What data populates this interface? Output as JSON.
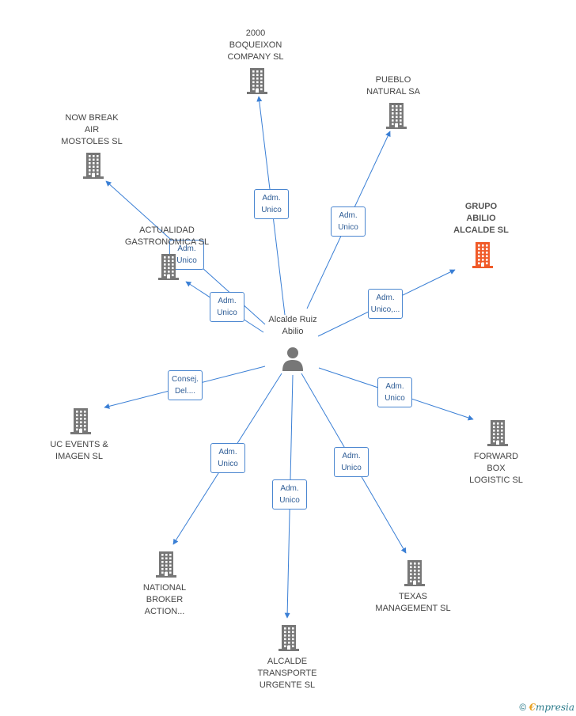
{
  "center": {
    "id": "center",
    "lines": [
      "Alcalde Ruiz",
      "Abilio"
    ]
  },
  "companies": [
    {
      "id": "boqueixon",
      "lines": [
        "2000",
        "BOQUEIXON",
        "COMPANY SL"
      ],
      "highlight": false
    },
    {
      "id": "pueblo",
      "lines": [
        "PUEBLO",
        "NATURAL SA"
      ],
      "highlight": false
    },
    {
      "id": "nowbreak",
      "lines": [
        "NOW BREAK",
        "AIR",
        "MOSTOLES SL"
      ],
      "highlight": false
    },
    {
      "id": "actualidad",
      "lines": [
        "ACTUALIDAD",
        "GASTRONOMICA SL"
      ],
      "highlight": false
    },
    {
      "id": "grupo",
      "lines": [
        "GRUPO",
        "ABILIO",
        "ALCALDE SL"
      ],
      "highlight": true
    },
    {
      "id": "ucevents",
      "lines": [
        "UC EVENTS &",
        "IMAGEN SL"
      ],
      "highlight": false
    },
    {
      "id": "forward",
      "lines": [
        "FORWARD",
        "BOX",
        "LOGISTIC SL"
      ],
      "highlight": false
    },
    {
      "id": "national",
      "lines": [
        "NATIONAL",
        "BROKER",
        "ACTION..."
      ],
      "highlight": false
    },
    {
      "id": "texas",
      "lines": [
        "TEXAS",
        "MANAGEMENT SL"
      ],
      "highlight": false
    },
    {
      "id": "transporte",
      "lines": [
        "ALCALDE",
        "TRANSPORTE",
        "URGENTE SL"
      ],
      "highlight": false
    }
  ],
  "edges": [
    {
      "to": "boqueixon",
      "label": [
        "Adm.",
        "Unico"
      ]
    },
    {
      "to": "pueblo",
      "label": [
        "Adm.",
        "Unico"
      ]
    },
    {
      "to": "nowbreak",
      "label": [
        "Adm.",
        "Unico"
      ]
    },
    {
      "to": "actualidad",
      "label": [
        "Adm.",
        "Unico"
      ]
    },
    {
      "to": "grupo",
      "label": [
        "Adm.",
        "Unico,..."
      ]
    },
    {
      "to": "ucevents",
      "label": [
        "Consej.",
        "Del...."
      ]
    },
    {
      "to": "forward",
      "label": [
        "Adm.",
        "Unico"
      ]
    },
    {
      "to": "national",
      "label": [
        "Adm.",
        "Unico"
      ]
    },
    {
      "to": "transporte",
      "label": [
        "Adm.",
        "Unico"
      ]
    },
    {
      "to": "texas",
      "label": [
        "Adm.",
        "Unico"
      ]
    }
  ],
  "footer": {
    "copyright": "©",
    "brand_initial": "€",
    "brand_rest": "mpresia"
  },
  "colors": {
    "edge": "#3a7fd5",
    "building": "#777777",
    "building_highlight": "#f05a28",
    "person": "#777777"
  }
}
